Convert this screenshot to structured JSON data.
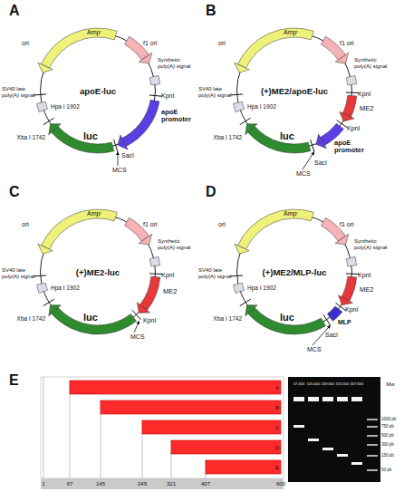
{
  "diagram": {
    "nodes": [
      {
        "text": [
          "apoE-luc"
        ]
      },
      {
        "text": [
          "(+)ME2/apoE-luc"
        ]
      },
      {
        "text": [
          "(+)ME2-luc"
        ]
      },
      {
        "text": [
          "(+)ME2/MLP-luc"
        ]
      }
    ],
    "labels": [
      "A",
      "ori",
      "Ampʳ",
      "f1 ori",
      "Synthetic poly(A) signal",
      "KpnI",
      "apoE promoter",
      "SacI",
      "MCS",
      "luc",
      "Xba I 1742",
      "Hpa I 1902",
      "SV40 late poly(A) signal",
      "B",
      "ori",
      "Ampʳ",
      "f1 ori",
      "Synthetic poly(A) signal",
      "KpnI",
      "ME2",
      "KpnI",
      "apoE promoter",
      "SacI",
      "MCS",
      "luc",
      "Xba I 1742",
      "Hpa I 1902",
      "SV40 late poly(A) signal",
      "C",
      "ori",
      "Ampʳ",
      "f1 ori",
      "Synthetic poly(A) signal",
      "KpnI",
      "ME2",
      "KpnI",
      "MCS",
      "luc",
      "Xba I 1742",
      "Hpa I 1902",
      "SV40 late poly(A) signal",
      "D",
      "ori",
      "Ampʳ",
      "f1 ori",
      "Synthetic poly(A) signal",
      "KpnI",
      "ME2",
      "KpnI",
      "MLP",
      "SacI",
      "MCS",
      "luc",
      "Xba I 1742",
      "Hpa I 1902",
      "SV40 late poly(A) signal",
      "E",
      "A",
      "B",
      "C",
      "D",
      "E",
      "1",
      "67",
      "145",
      "249",
      "321",
      "407",
      "600",
      "57.600",
      "145.600",
      "249.600",
      "321.600",
      "407.600",
      "Mw",
      "1000 pb",
      "750 pb",
      "500 pb",
      "300 pb",
      "150 pb",
      "50 pb"
    ]
  }
}
